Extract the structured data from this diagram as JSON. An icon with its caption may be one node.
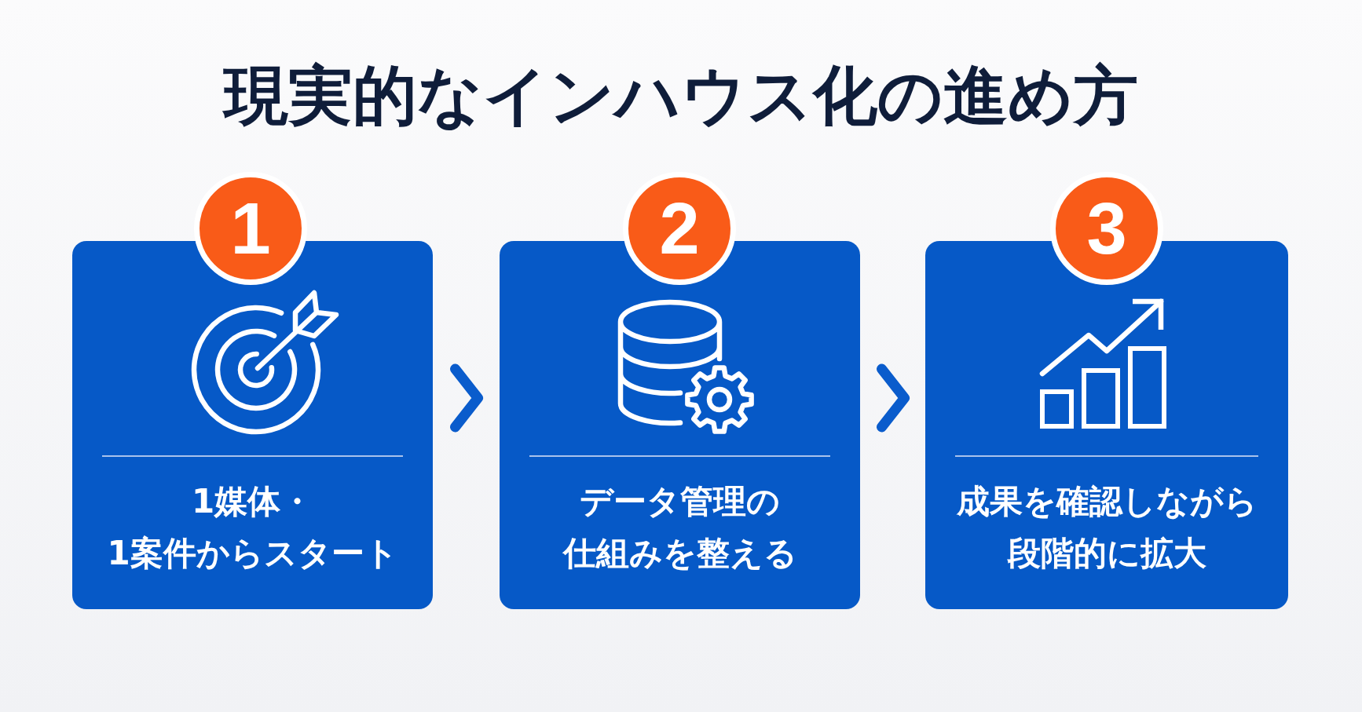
{
  "diagram": {
    "title": "現実的なインハウス化の進め方",
    "nodes": [
      {
        "text": [
          "1"
        ]
      },
      {
        "text": [
          "1媒体・1案件からスタート"
        ]
      },
      {
        "text": [
          "2"
        ]
      },
      {
        "text": [
          "データ管理の仕組みを整える"
        ]
      },
      {
        "text": [
          "3"
        ]
      },
      {
        "text": [
          "成果を確認しながら段階的に拡大"
        ]
      }
    ],
    "edges": [
      {
        "from": 1,
        "to": 3,
        "arrow": "to"
      },
      {
        "from": 3,
        "to": 5,
        "arrow": "to"
      }
    ]
  }
}
